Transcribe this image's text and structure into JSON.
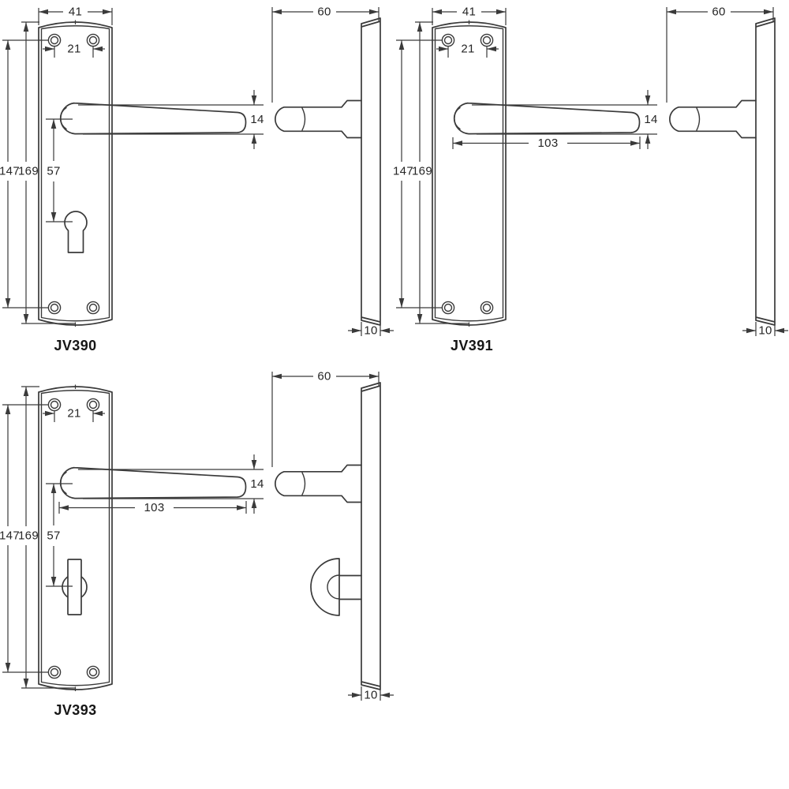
{
  "products": [
    {
      "code": "JV390",
      "front": {
        "plate_width": "41",
        "hole_spacing": "21",
        "fixing_centres": "147",
        "plate_height": "169",
        "keyhole_centres": "57",
        "lever_section": "14"
      },
      "side": {
        "projection": "60",
        "plate_thickness": "10"
      }
    },
    {
      "code": "JV391",
      "front": {
        "plate_width": "41",
        "hole_spacing": "21",
        "fixing_centres": "147",
        "plate_height": "169",
        "lever_length": "103",
        "lever_section": "14"
      },
      "side": {
        "projection": "60",
        "plate_thickness": "10"
      }
    },
    {
      "code": "JV393",
      "front": {
        "hole_spacing": "21",
        "fixing_centres": "147",
        "plate_height": "169",
        "turn_centres": "57",
        "lever_length": "103",
        "lever_section": "14"
      },
      "side": {
        "projection": "60",
        "plate_thickness": "10"
      }
    }
  ],
  "colors": {
    "line": "#3a3a3a",
    "text": "#262626",
    "background": "#ffffff"
  }
}
